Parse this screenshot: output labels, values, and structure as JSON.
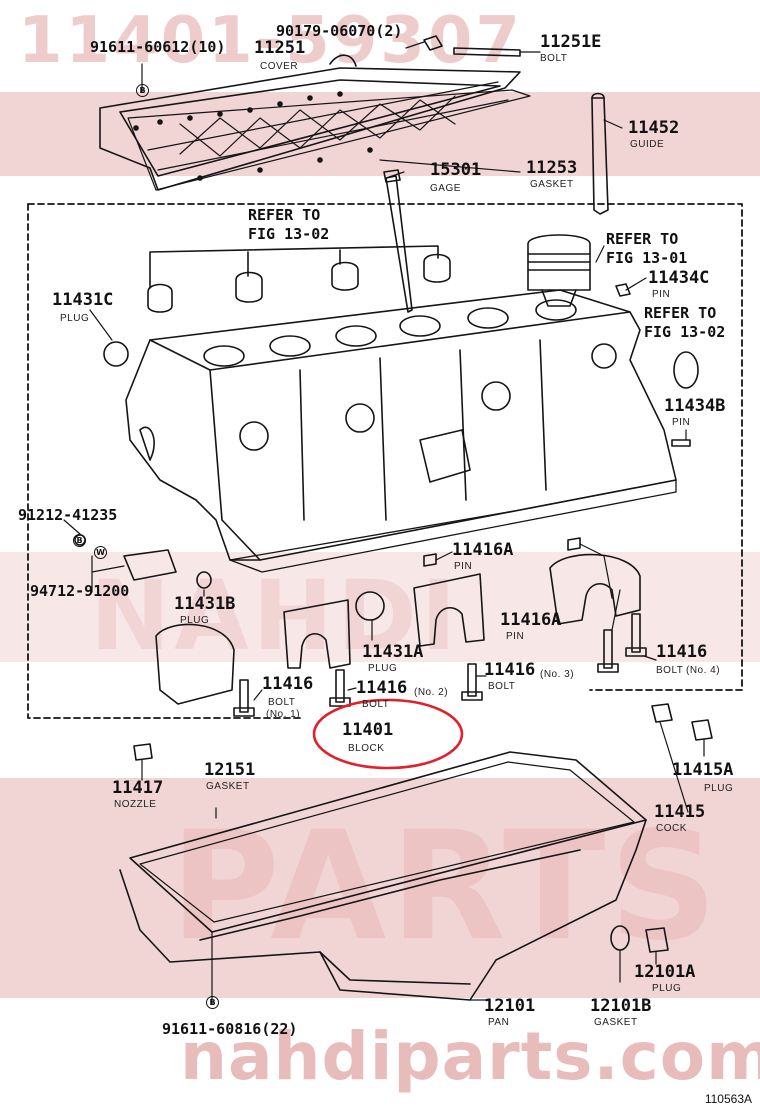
{
  "watermark": {
    "top_part_number": "11401-59307",
    "site": "nahdiparts.com",
    "band_words": [
      "NAHDI",
      "PARTS"
    ]
  },
  "figure_code": "110563A",
  "highlight_color": "#e0202a",
  "watermark_color": "#ecc4c4",
  "refs": [
    {
      "id": "ref-fig-13-02-top",
      "line1": "REFER TO",
      "line2": "FIG 13-02"
    },
    {
      "id": "ref-fig-13-01",
      "line1": "REFER TO",
      "line2": "FIG 13-01"
    },
    {
      "id": "ref-fig-13-02-right",
      "line1": "REFER TO",
      "line2": "FIG 13-02"
    }
  ],
  "parts": [
    {
      "id": "p-91611-60612",
      "number": "91611-60612",
      "qty": "(10)",
      "desc": ""
    },
    {
      "id": "p-90179-06070",
      "number": "90179-06070",
      "qty": "(2)",
      "desc": ""
    },
    {
      "id": "p-11251",
      "number": "11251",
      "qty": "",
      "desc": "COVER"
    },
    {
      "id": "p-11251e",
      "number": "11251E",
      "qty": "",
      "desc": "BOLT"
    },
    {
      "id": "p-11452",
      "number": "11452",
      "qty": "",
      "desc": "GUIDE"
    },
    {
      "id": "p-15301",
      "number": "15301",
      "qty": "",
      "desc": "GAGE"
    },
    {
      "id": "p-11253",
      "number": "11253",
      "qty": "",
      "desc": "GASKET"
    },
    {
      "id": "p-11434c",
      "number": "11434C",
      "qty": "",
      "desc": "PIN"
    },
    {
      "id": "p-11431c",
      "number": "11431C",
      "qty": "",
      "desc": "PLUG"
    },
    {
      "id": "p-11434b",
      "number": "11434B",
      "qty": "",
      "desc": "PIN"
    },
    {
      "id": "p-91212-41235",
      "number": "91212-41235",
      "qty": "",
      "desc": ""
    },
    {
      "id": "p-94712-91200",
      "number": "94712-91200",
      "qty": "",
      "desc": ""
    },
    {
      "id": "p-11416a-1",
      "number": "11416A",
      "qty": "",
      "desc": "PIN"
    },
    {
      "id": "p-11416a-2",
      "number": "11416A",
      "qty": "",
      "desc": "PIN"
    },
    {
      "id": "p-11431b",
      "number": "11431B",
      "qty": "",
      "desc": "PLUG"
    },
    {
      "id": "p-11431a",
      "number": "11431A",
      "qty": "",
      "desc": "PLUG"
    },
    {
      "id": "p-11416-no3",
      "number": "11416",
      "qty": "",
      "desc": "BOLT",
      "note": "(No. 3)"
    },
    {
      "id": "p-11416-no4",
      "number": "11416",
      "qty": "",
      "desc": "BOLT",
      "note": "(No. 4)"
    },
    {
      "id": "p-11416-no1",
      "number": "11416",
      "qty": "",
      "desc": "BOLT",
      "note": "(No. 1)"
    },
    {
      "id": "p-11416-no2",
      "number": "11416",
      "qty": "",
      "desc": "BOLT",
      "note": "(No. 2)"
    },
    {
      "id": "p-11401",
      "number": "11401",
      "qty": "",
      "desc": "BLOCK"
    },
    {
      "id": "p-11417",
      "number": "11417",
      "qty": "",
      "desc": "NOZZLE"
    },
    {
      "id": "p-12151",
      "number": "12151",
      "qty": "",
      "desc": "GASKET"
    },
    {
      "id": "p-11415a",
      "number": "11415A",
      "qty": "",
      "desc": "PLUG"
    },
    {
      "id": "p-11415",
      "number": "11415",
      "qty": "",
      "desc": "COCK"
    },
    {
      "id": "p-12101a",
      "number": "12101A",
      "qty": "",
      "desc": "PLUG"
    },
    {
      "id": "p-12101",
      "number": "12101",
      "qty": "",
      "desc": "PAN"
    },
    {
      "id": "p-12101b",
      "number": "12101B",
      "qty": "",
      "desc": "GASKET"
    },
    {
      "id": "p-91611-60816",
      "number": "91611-60816",
      "qty": "(22)",
      "desc": ""
    }
  ],
  "symbols": {
    "bolt_marker": "B",
    "washer_marker": "W"
  }
}
